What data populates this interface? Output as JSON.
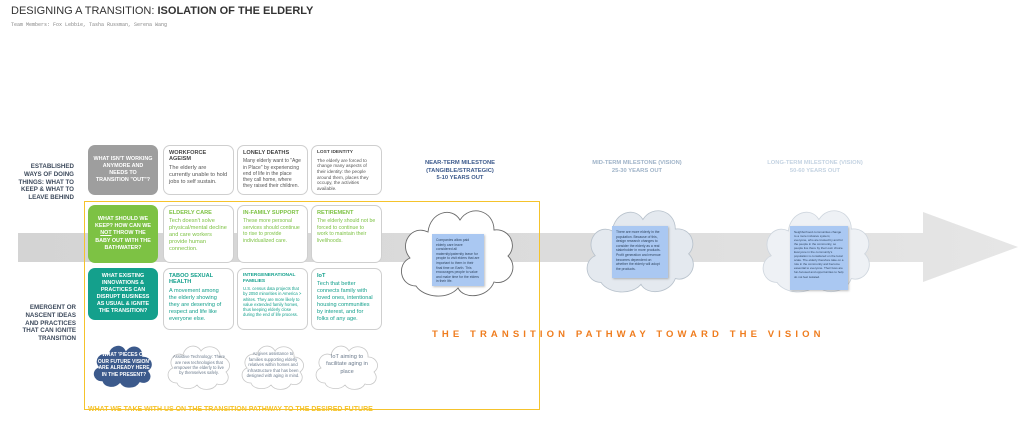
{
  "header": {
    "title_prefix": "DESIGNING A TRANSITION: ",
    "title_bold": "ISOLATION OF THE ELDERLY",
    "team": "Team Members: Fox Lebbie, Tasha Russman, Serena Wang"
  },
  "row_labels": {
    "established": "ESTABLISHED WAYS OF DOING THINGS: WHAT TO KEEP & WHAT TO LEAVE BEHIND",
    "emergent": "EMERGENT OR NASCENT IDEAS AND PRACTICES THAT CAN IGNITE TRANSITION"
  },
  "questions": {
    "q1": "WHAT ISN'T WORKING ANYMORE AND NEEDS TO TRANSITION \"OUT\"?",
    "q2_a": "WHAT SHOULD WE KEEP? HOW CAN WE ",
    "q2_not": "NOT",
    "q2_b": " THROW THE BABY OUT WITH THE BATHWATER?",
    "q3": "WHAT EXISTING INNOVATIONS & PRACTICES CAN DISRUPT BUSINESS AS USUAL & IGNITE THE TRANSITION?",
    "q4": "WHAT 'PIECES OF OUR FUTURE VISION' ARE ALREADY HERE IN THE PRESENT?"
  },
  "row1": [
    {
      "title": "WORKFORCE AGEISM",
      "body": "The elderly are currently unable to hold jobs to self sustain."
    },
    {
      "title": "LONELY DEATHS",
      "body": "Many elderly want to \"Age in Place\" by experiencing end of life in the place they call home, where they raised their children."
    },
    {
      "title": "LOST IDENTITY",
      "body": "The elderly are forced to change many aspects of their identity: the people around them, places they occupy, the activities available."
    }
  ],
  "row2": [
    {
      "title": "ELDERLY CARE",
      "body": "Tech doesn't solve physical/mental decline and care workers provide human connection."
    },
    {
      "title": "IN-FAMILY SUPPORT",
      "body": "These more personal services should continue to rise to provide individualized care."
    },
    {
      "title": "RETIREMENT",
      "body": "The elderly should not be forced to continue to work to maintain their livelihoods."
    }
  ],
  "row3": [
    {
      "title": "TABOO SEXUAL HEALTH",
      "body": "A movement among the elderly showing they are deserving of respect and life like everyone else."
    },
    {
      "title": "INTERGENERATIONAL FAMILIES",
      "body": "U.S. census data projects that by 2050 minorities in America > whites. They are more likely to value extended family homes, thus keeping elderly close during the end of life process."
    },
    {
      "title": "IoT",
      "body": "Tech that better connects family with loved ones, intentional housing communities by interest, and for folks of any age."
    }
  ],
  "row4_clouds": [
    "Assistive Technology: There are new technologies that empower the elderly to live by themselves safely.",
    "AI gives assistance to families supporting elderly relatives within homes and infrastructure that has been designed with aging in mind.",
    "IoT aiming to facilitate aging in place"
  ],
  "milestones": [
    {
      "title": "NEAR-TERM MILESTONE (TANGIBLE/STRATEGIC)",
      "sub": "5-10 YEARS OUT",
      "note": "Companies allow paid elderly care leave considered all maternity/paternity leave for people to visit elders that are important to them in their final time on Earth. This encourages people to value and make time for the elders in their life."
    },
    {
      "title": "MID-TERM MILESTONE (VISION)",
      "sub": "25-30 YEARS OUT",
      "note": "There are more elderly in the population. Because of this, design research changes to consider the elderly as a real stakeholder in more products. Profit generation and revenue becomes dependent on whether the elderly will adopt the products."
    },
    {
      "title": "LONG-TERM MILESTONE (VISION)",
      "sub": "50-60 YEARS OUT",
      "note": "Neighborhood communities change to a more inclusive system; everyone, who are trusted by and for the people in the community, so people live there by their own choice. Everyone in the community's population is considered on the local scale. The elderly therefore take on a role in the community and become essential to everyone. Their lives are fun-focused and opportunities to help do not feel isolated."
    }
  ],
  "pathway": "THE TRANSITION PATHWAY TOWARD THE VISION",
  "bottom": "WHAT WE TAKE WITH US ON THE TRANSITION PATHWAY TO THE DESIRED FUTURE",
  "colors": {
    "gray": "#9e9e9e",
    "green": "#7dc244",
    "teal": "#14a08c",
    "navy": "#3c5a8c",
    "yellow": "#f5c32c",
    "orange": "#ef7d1f",
    "sticky": "#aac8f2"
  }
}
